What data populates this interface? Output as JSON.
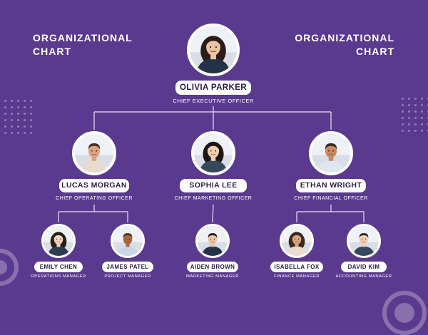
{
  "title": {
    "line1": "ORGANIZATIONAL",
    "line2": "CHART"
  },
  "colors": {
    "background": "#5a3a8e",
    "line": "#e9e3f3",
    "pill": "#ffffff",
    "pill_text": "#2a1b47"
  },
  "people": [
    {
      "id": "olivia",
      "name": "OLIVIA PARKER",
      "role": "CHIEF EXECUTIVE OFFICER",
      "level": 0,
      "parent": null,
      "avatar": "woman-portrait-icon"
    },
    {
      "id": "lucas",
      "name": "LUCAS MORGAN",
      "role": "CHIEF OPERATING OFFICER",
      "level": 1,
      "parent": "olivia",
      "avatar": "man-portrait-icon"
    },
    {
      "id": "sophia",
      "name": "SOPHIA LEE",
      "role": "CHIEF MARKETING OFFICER",
      "level": 1,
      "parent": "olivia",
      "avatar": "woman-portrait-icon"
    },
    {
      "id": "ethan",
      "name": "ETHAN WRIGHT",
      "role": "CHIEF FINANCIAL OFFICER",
      "level": 1,
      "parent": "olivia",
      "avatar": "man-portrait-icon"
    },
    {
      "id": "emily",
      "name": "EMILY CHEN",
      "role": "OPERATIONS MANAGER",
      "level": 2,
      "parent": "lucas",
      "avatar": "woman-portrait-icon"
    },
    {
      "id": "james",
      "name": "JAMES PATEL",
      "role": "PROJECT MANAGER",
      "level": 2,
      "parent": "lucas",
      "avatar": "man-portrait-icon"
    },
    {
      "id": "aiden",
      "name": "AIDEN BROWN",
      "role": "MARKETING MANAGER",
      "level": 2,
      "parent": "sophia",
      "avatar": "man-portrait-icon"
    },
    {
      "id": "isabella",
      "name": "ISABELLA FOX",
      "role": "FINANCE MANAGER",
      "level": 2,
      "parent": "ethan",
      "avatar": "woman-portrait-icon"
    },
    {
      "id": "david",
      "name": "DAVID KIM",
      "role": "ACCOUNTING MANAGER",
      "level": 2,
      "parent": "ethan",
      "avatar": "man-portrait-icon"
    }
  ]
}
